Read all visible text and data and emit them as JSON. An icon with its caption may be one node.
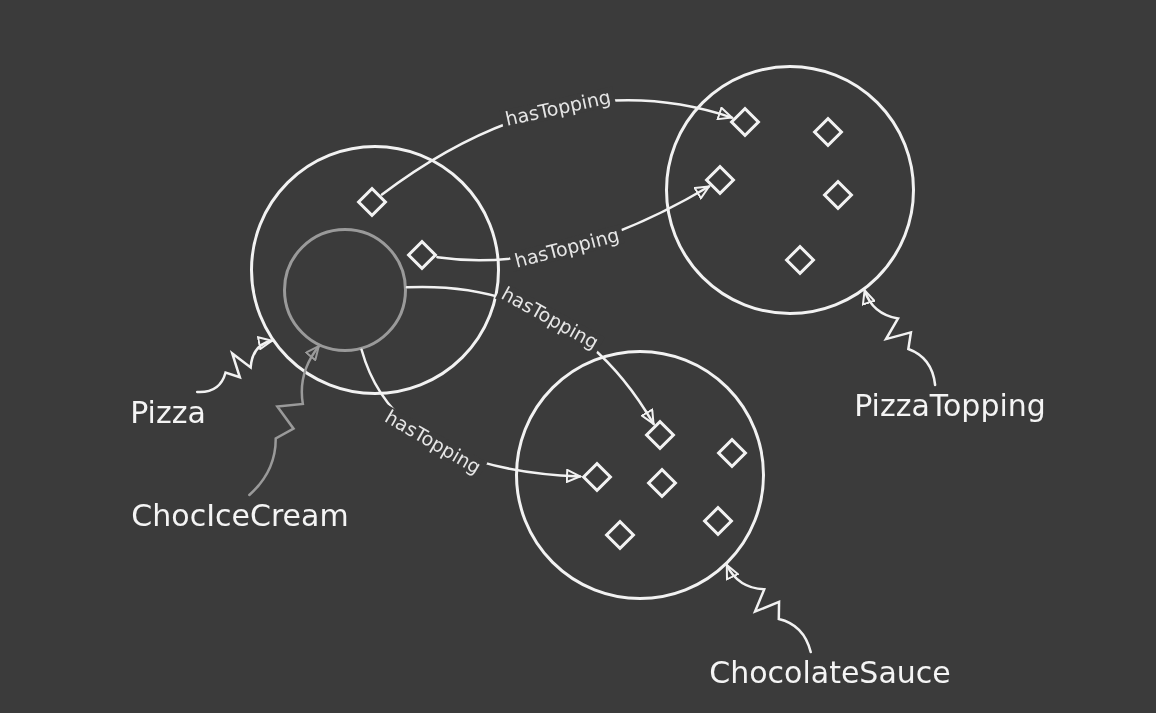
{
  "diagram": {
    "nodes": [
      {
        "text": [],
        "shape": "circle"
      },
      {
        "text": [],
        "shape": "diamond",
        "in": 0
      },
      {
        "text": [],
        "shape": "diamond",
        "in": 0
      },
      {
        "text": [],
        "shape": "circle",
        "in": 0
      },
      {
        "text": [],
        "shape": "circle"
      },
      {
        "text": [],
        "shape": "diamond",
        "in": 4
      },
      {
        "text": [],
        "shape": "diamond",
        "in": 4
      },
      {
        "text": [],
        "shape": "diamond",
        "in": 4
      },
      {
        "text": [],
        "shape": "diamond",
        "in": 4
      },
      {
        "text": [],
        "shape": "diamond",
        "in": 4
      },
      {
        "text": [],
        "shape": "circle"
      },
      {
        "text": [],
        "shape": "diamond",
        "in": 10
      },
      {
        "text": [],
        "shape": "diamond",
        "in": 10
      },
      {
        "text": [],
        "shape": "diamond",
        "in": 10
      },
      {
        "text": [],
        "shape": "diamond",
        "in": 10
      },
      {
        "text": [],
        "shape": "diamond",
        "in": 10
      },
      {
        "text": [],
        "shape": "diamond",
        "in": 10
      },
      {
        "text": [
          "Pizza"
        ]
      },
      {
        "text": [
          "ChocIceCream"
        ]
      },
      {
        "text": [
          "PizzaTopping"
        ]
      },
      {
        "text": [
          "ChocolateSauce"
        ]
      }
    ],
    "edges": [
      {
        "from": 1,
        "to": 6,
        "arrow": "to",
        "label": "hasTopping"
      },
      {
        "from": 2,
        "to": 5,
        "arrow": "to",
        "label": "hasTopping"
      },
      {
        "from": 3,
        "to": 13,
        "arrow": "to",
        "label": "hasTopping"
      },
      {
        "from": 3,
        "to": 11,
        "arrow": "to",
        "label": "hasTopping"
      },
      {
        "from": 17,
        "to": 0,
        "arrow": "to"
      },
      {
        "from": 18,
        "to": 3,
        "arrow": "to",
        "color": "#9a9a9a"
      },
      {
        "from": 19,
        "to": 4,
        "arrow": "to"
      },
      {
        "from": 20,
        "to": 10,
        "arrow": "to"
      }
    ]
  }
}
